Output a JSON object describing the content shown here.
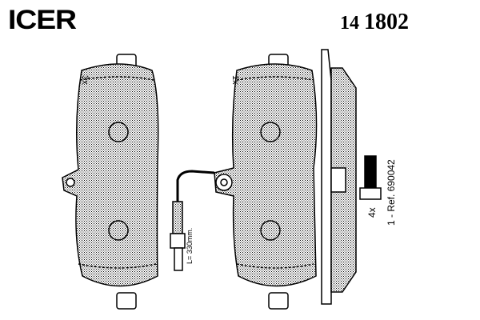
{
  "header": {
    "brand": "ICER",
    "part_prefix": "14",
    "part_number": "1802"
  },
  "labels": {
    "left_pad_qty": "3x",
    "right_pad_qty": "1x",
    "sensor_length": "L= 330mm.",
    "bolt_qty": "4x",
    "reference": "1 - Ref. 690042"
  },
  "colors": {
    "ink": "#000000",
    "background": "#ffffff"
  }
}
